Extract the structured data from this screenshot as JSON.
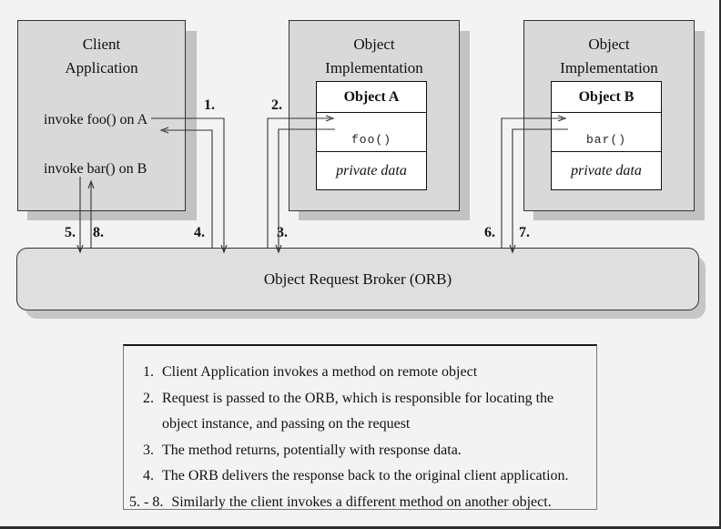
{
  "client": {
    "title_line1": "Client",
    "title_line2": "Application",
    "invoke_foo": "invoke foo() on A",
    "invoke_bar": "invoke bar() on B"
  },
  "object_a": {
    "header_line1": "Object",
    "header_line2": "Implementation",
    "name": "Object A",
    "method": "foo()",
    "private_data": "private data"
  },
  "object_b": {
    "header_line1": "Object",
    "header_line2": "Implementation",
    "name": "Object B",
    "method": "bar()",
    "private_data": "private data"
  },
  "orb": {
    "label": "Object Request Broker (ORB)"
  },
  "arrow_labels": {
    "n1": "1.",
    "n2": "2.",
    "n3": "3.",
    "n4": "4.",
    "n5": "5.",
    "n6": "6.",
    "n7": "7.",
    "n8": "8."
  },
  "colors": {
    "background": "#f3f3f3",
    "box_fill": "#d9d9d9",
    "box_shadow": "#c2c2c2",
    "orb_fill": "#dfdfdf",
    "line": "#333333"
  },
  "legend": {
    "items": [
      {
        "num": "1.",
        "text": "Client Application invokes a method on remote object"
      },
      {
        "num": "2.",
        "text": "Request is passed to the ORB, which is responsible for locating the\nobject instance, and passing on the request"
      },
      {
        "num": "3.",
        "text": "The method returns, potentially with response data."
      },
      {
        "num": "4.",
        "text": "The ORB delivers the response back to the original client application."
      },
      {
        "num": "5. - 8.",
        "text": "Similarly the client invokes a different method on another object."
      }
    ]
  }
}
